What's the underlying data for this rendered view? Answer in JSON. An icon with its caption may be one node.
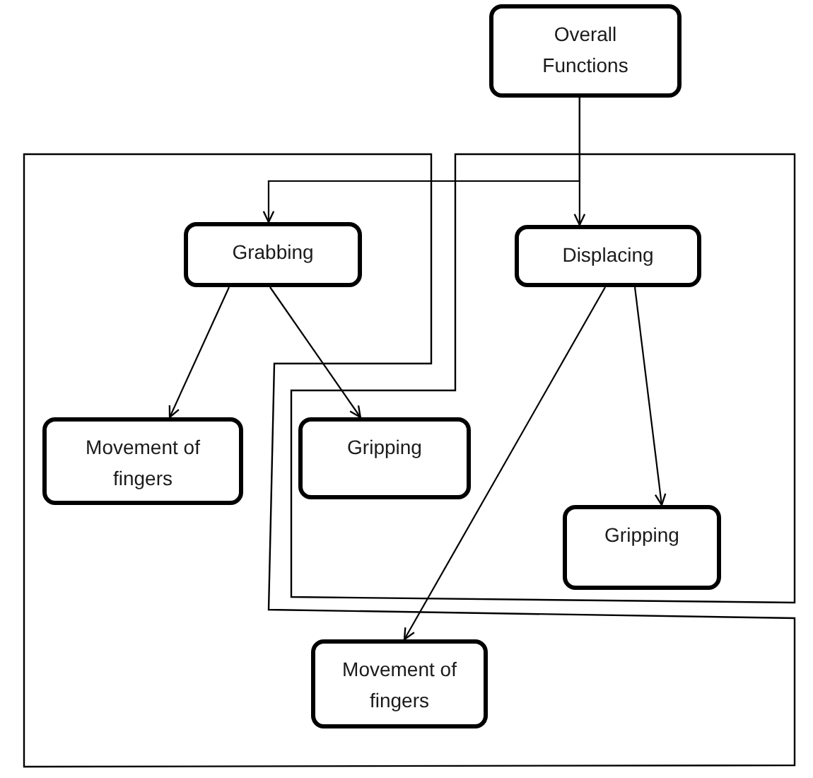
{
  "diagram": {
    "nodes": [
      {
        "text": [
          "Overall Functions"
        ]
      },
      {
        "text": [],
        "shape": "polygon"
      },
      {
        "text": [
          "Grabbing"
        ],
        "in": 1
      },
      {
        "text": [],
        "shape": "polygon"
      },
      {
        "text": [
          "Displacing"
        ],
        "in": 3
      },
      {
        "text": [
          "Movement of fingers"
        ],
        "in": 1
      },
      {
        "text": [
          "Gripping"
        ],
        "in": 3
      },
      {
        "text": [
          "Gripping"
        ],
        "in": 3
      },
      {
        "text": [
          "Movement of fingers"
        ],
        "in": 1
      }
    ],
    "edges": [
      {
        "from": 0,
        "to": 2,
        "arrow": "to"
      },
      {
        "from": 0,
        "to": 4,
        "arrow": "to"
      },
      {
        "from": 2,
        "to": 5,
        "arrow": "to"
      },
      {
        "from": 2,
        "to": 6,
        "arrow": "to"
      },
      {
        "from": 4,
        "to": 8,
        "arrow": "to"
      },
      {
        "from": 4,
        "to": 7,
        "arrow": "to"
      }
    ]
  }
}
